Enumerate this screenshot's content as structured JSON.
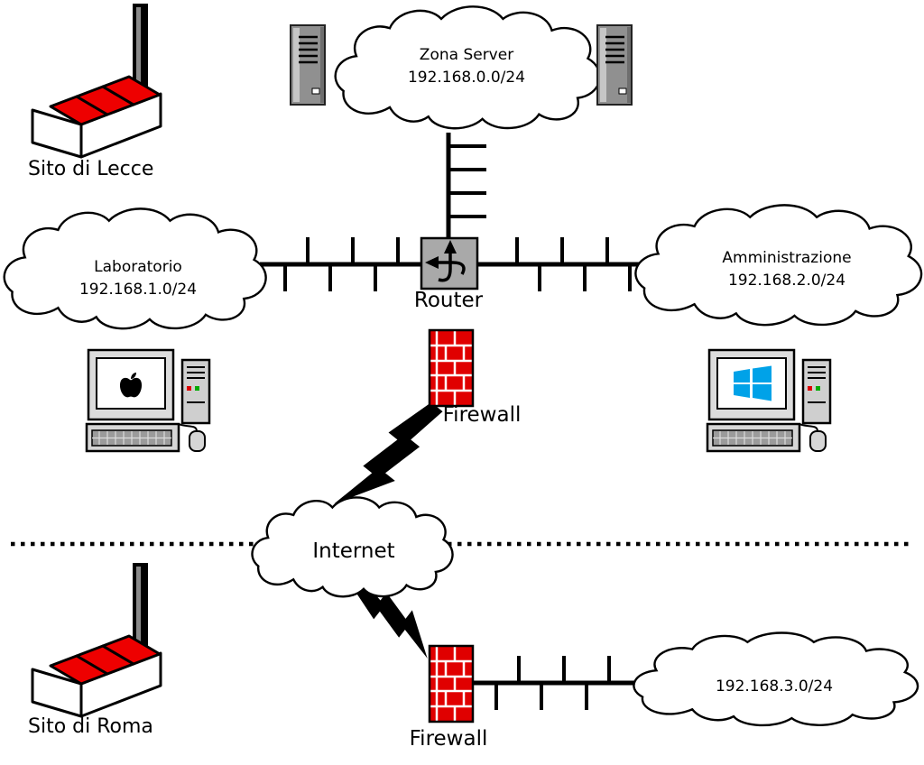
{
  "sites": {
    "lecce": {
      "label": "Sito di Lecce"
    },
    "roma": {
      "label": "Sito di Roma"
    }
  },
  "networks": {
    "zona_server": {
      "name": "Zona Server",
      "subnet": "192.168.0.0/24"
    },
    "laboratorio": {
      "name": "Laboratorio",
      "subnet": "192.168.1.0/24"
    },
    "amministrazione": {
      "name": "Amministrazione",
      "subnet": "192.168.2.0/24"
    },
    "internet": {
      "name": "Internet"
    },
    "roma_lan": {
      "subnet": "192.168.3.0/24"
    }
  },
  "devices": {
    "router": {
      "label": "Router"
    },
    "firewall_lecce": {
      "label": "Firewall"
    },
    "firewall_roma": {
      "label": "Firewall"
    }
  },
  "colors": {
    "factory_red": "#ee0000",
    "brick_red": "#e00000",
    "windows_blue": "#00a2e8",
    "device_gray": "#a9a9a9"
  }
}
